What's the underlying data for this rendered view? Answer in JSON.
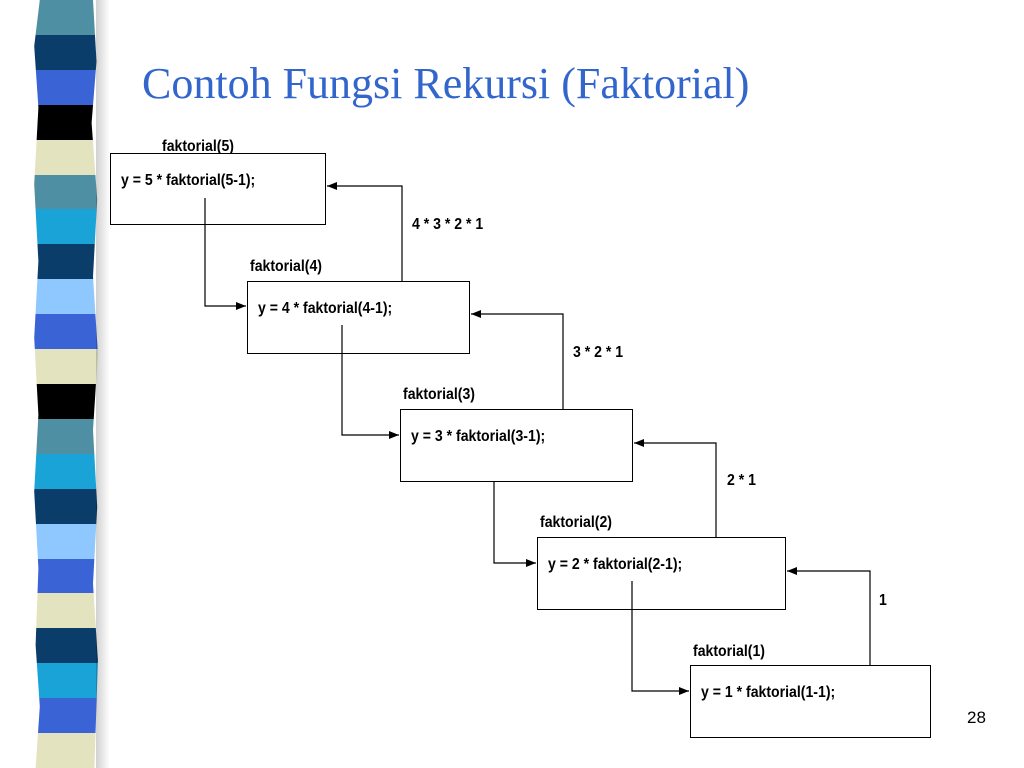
{
  "slide": {
    "title": "Contoh Fungsi Rekursi (Faktorial)",
    "page_number": "28"
  },
  "calls": [
    {
      "label": "faktorial(5)",
      "code": "y = 5 * faktorial(5-1);"
    },
    {
      "label": "faktorial(4)",
      "code": "y = 4 * faktorial(4-1);"
    },
    {
      "label": "faktorial(3)",
      "code": "y = 3 * faktorial(3-1);"
    },
    {
      "label": "faktorial(2)",
      "code": "y = 2 * faktorial(2-1);"
    },
    {
      "label": "faktorial(1)",
      "code": "y = 1 * faktorial(1-1);"
    }
  ],
  "returns": [
    {
      "value": "4 * 3 * 2 * 1"
    },
    {
      "value": "3 * 2 * 1"
    },
    {
      "value": "2 * 1"
    },
    {
      "value": "1"
    }
  ],
  "colors": {
    "title": "#3366cc",
    "stripes": [
      "#4f8fa3",
      "#0b3d6b",
      "#3a63d6",
      "#000000",
      "#e3e3bf",
      "#4f8fa3",
      "#1aa3d6",
      "#0b3d6b",
      "#8fc8ff",
      "#3a63d6",
      "#e3e3bf",
      "#000000",
      "#4f8fa3",
      "#1aa3d6",
      "#0b3d6b",
      "#8fc8ff",
      "#3a63d6",
      "#e3e3bf",
      "#0b3d6b",
      "#1aa3d6",
      "#3a63d6",
      "#e3e3bf"
    ]
  }
}
